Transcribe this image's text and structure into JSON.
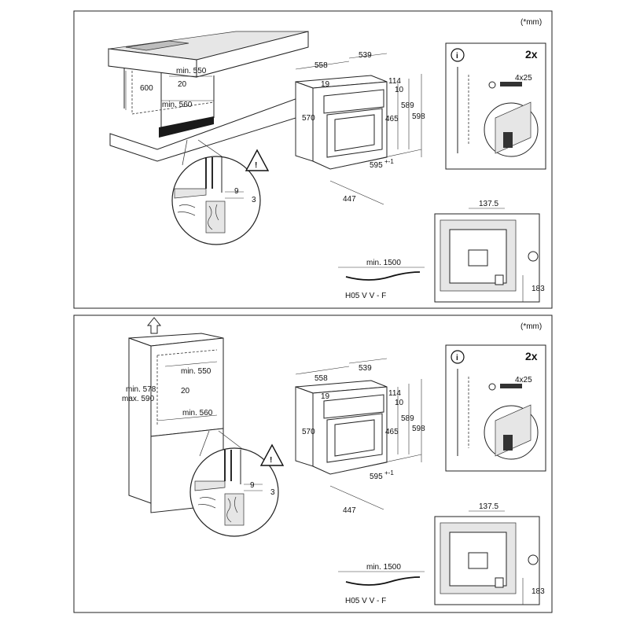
{
  "panels": [
    {
      "id": "top",
      "unit_note": "(*mm)",
      "cabinet": {
        "h600": "600",
        "min550": "min. 550",
        "d20": "20",
        "min560": "min. 560"
      },
      "detail": {
        "gap9": "9",
        "gap3": "3"
      },
      "oven": {
        "w558": "558",
        "w539": "539",
        "d19": "19",
        "h570": "570",
        "d114": "114",
        "d10": "10",
        "h589": "589",
        "h598": "598",
        "h465": "465",
        "w595": "595",
        "w595sup": "+-1",
        "d447": "447"
      },
      "screws": {
        "count": "2x",
        "spec": "4x25"
      },
      "back": {
        "w1375": "137.5",
        "h183": "183"
      },
      "cable": {
        "min1500": "min. 1500",
        "type": "H05 V V - F"
      }
    },
    {
      "id": "bottom",
      "unit_note": "(*mm)",
      "cabinet": {
        "min578": "min. 578",
        "max590": "max. 590",
        "min550": "min. 550",
        "d20": "20",
        "min560": "min. 560"
      },
      "detail": {
        "gap9": "9",
        "gap3": "3"
      },
      "oven": {
        "w558": "558",
        "w539": "539",
        "d19": "19",
        "h570": "570",
        "d114": "114",
        "d10": "10",
        "h589": "589",
        "h598": "598",
        "h465": "465",
        "w595": "595",
        "w595sup": "+-1",
        "d447": "447"
      },
      "screws": {
        "count": "2x",
        "spec": "4x25"
      },
      "back": {
        "w1375": "137.5",
        "h183": "183"
      },
      "cable": {
        "min1500": "min. 1500",
        "type": "H05 V V - F"
      }
    }
  ]
}
